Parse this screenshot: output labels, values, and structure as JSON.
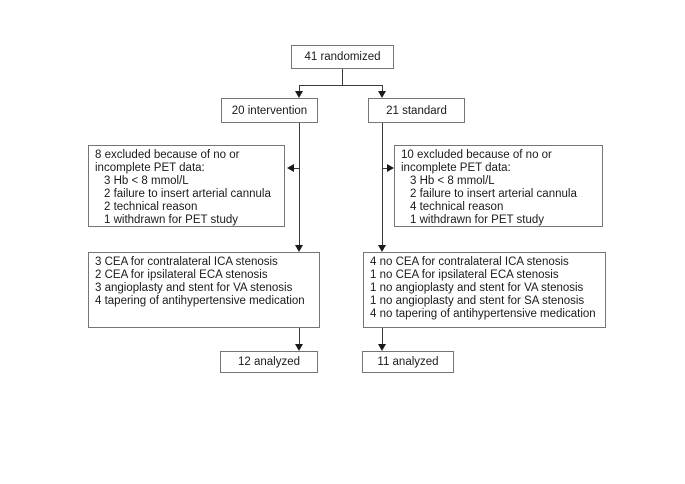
{
  "diagram": {
    "randomized": {
      "label": "41 randomized"
    },
    "intervention": {
      "label": "20 intervention"
    },
    "standard": {
      "label": "21 standard"
    },
    "excluded_left": {
      "line1": "8 excluded because of no or",
      "line2": "incomplete PET data:",
      "items": [
        "3 Hb < 8 mmol/L",
        "2 failure to insert arterial cannula",
        "2 technical reason",
        "1 withdrawn for PET study"
      ]
    },
    "excluded_right": {
      "line1": "10 excluded because of no or",
      "line2": "incomplete PET data:",
      "items": [
        "3 Hb < 8 mmol/L",
        "2 failure to insert arterial cannula",
        "4 technical reason",
        "1 withdrawn for PET study"
      ]
    },
    "treatment_left": {
      "items": [
        "3 CEA for contralateral ICA stenosis",
        "2 CEA for ipsilateral ECA stenosis",
        "3 angioplasty and stent for VA stenosis",
        "4 tapering of antihypertensive medication"
      ]
    },
    "treatment_right": {
      "items": [
        "4 no CEA for contralateral ICA stenosis",
        "1 no CEA for ipsilateral ECA stenosis",
        "1 no angioplasty and stent for VA stenosis",
        "1 no angioplasty and stent for SA stenosis",
        "4 no tapering of antihypertensive medication"
      ]
    },
    "analyzed_left": {
      "label": "12 analyzed"
    },
    "analyzed_right": {
      "label": "11 analyzed"
    }
  },
  "colors": {
    "border": "#757575",
    "line": "#3a3a3a",
    "text": "#1a1a1a",
    "background": "#ffffff"
  }
}
